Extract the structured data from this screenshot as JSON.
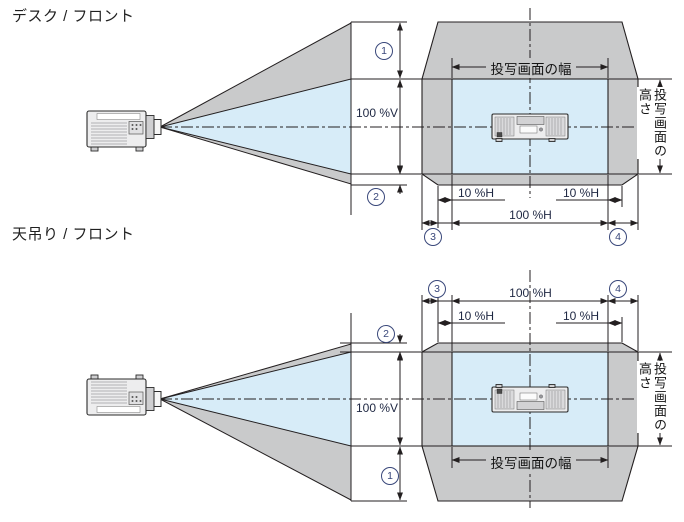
{
  "colors": {
    "canvas": "#ffffff",
    "range-gray": "#c9cacb",
    "beam-blue": "#d7ecf8",
    "line": "#231f20",
    "dim-text": "#1e2742",
    "label-text": "#141414",
    "callout": "#39477a",
    "projector-fill": "#ededee",
    "projector-dark": "#cfcfd1"
  },
  "diagrams": [
    {
      "id": "desk-front",
      "title": "デスク / フロント",
      "labels": {
        "note1": "1",
        "note2": "2",
        "note3": "3",
        "note4": "4",
        "v100": "100 %V",
        "h100": "100 %H",
        "h10_left": "10 %H",
        "h10_right": "10 %H",
        "screen_width": "投写画面の幅",
        "screen_height": "投写画面の\n高さ"
      }
    },
    {
      "id": "ceiling-front",
      "title": "天吊り / フロント",
      "labels": {
        "note1": "1",
        "note2": "2",
        "note3": "3",
        "note4": "4",
        "v100": "100 %V",
        "h100": "100 %H",
        "h10_left": "10 %H",
        "h10_right": "10 %H",
        "screen_width": "投写画面の幅",
        "screen_height": "投写画面の\n高さ"
      }
    }
  ]
}
